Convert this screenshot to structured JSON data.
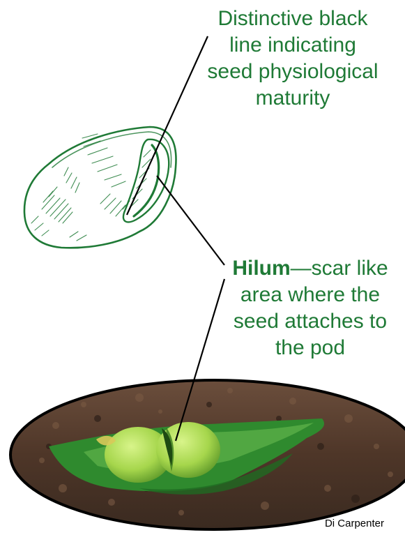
{
  "labels": {
    "maturity_lines": [
      "Distinctive black",
      "line indicating",
      "seed physiological",
      "maturity"
    ],
    "hilum_bold": "Hilum",
    "hilum_rest": "—scar like",
    "hilum_lines": [
      "area where the",
      "seed attaches to",
      "the pod"
    ]
  },
  "credit": "Di Carpenter",
  "colors": {
    "label_text": "#1f7a36",
    "sketch_stroke": "#1f7a36",
    "leader_line": "#000000",
    "soil": "#5a4030",
    "pod": "#3e9a3a",
    "seed": "#a8d850"
  }
}
